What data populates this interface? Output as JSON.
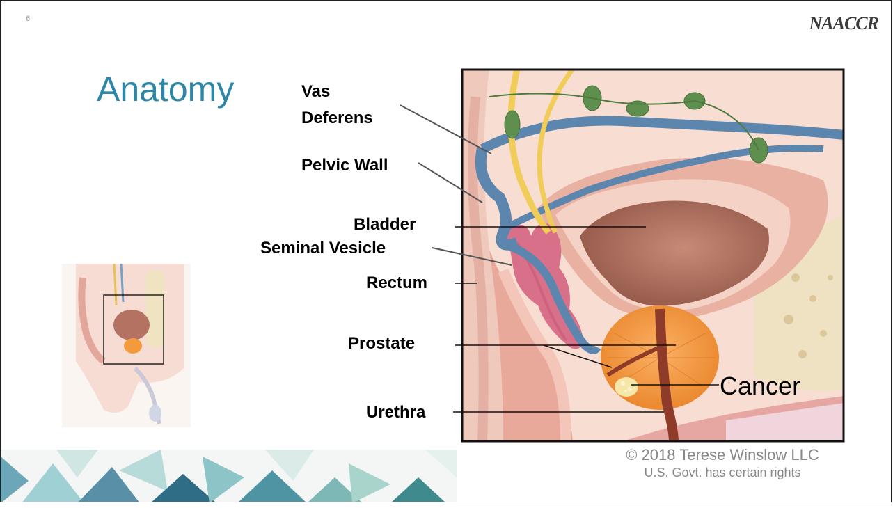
{
  "slide": {
    "number": "6",
    "logo": "NAACCR",
    "title": "Anatomy"
  },
  "labels": {
    "vas_deferens_1": "Vas",
    "vas_deferens_2": "Deferens",
    "pelvic_wall": "Pelvic Wall",
    "bladder": "Bladder",
    "seminal_vesicle": "Seminal Vesicle",
    "rectum": "Rectum",
    "prostate": "Prostate",
    "urethra": "Urethra",
    "cancer": "Cancer"
  },
  "copyright": {
    "line1": "© 2018 Terese Winslow LLC",
    "line2": "U.S. Govt. has certain rights"
  },
  "colors": {
    "title": "#2d86a6",
    "prostate": "#f39a3c",
    "bladder": "#b87260",
    "vas_deferens": "#5d86ae",
    "seminal_vesicle": "#d9708a",
    "nerve": "#f0cc58",
    "lymph_node": "#5f8f4f"
  }
}
